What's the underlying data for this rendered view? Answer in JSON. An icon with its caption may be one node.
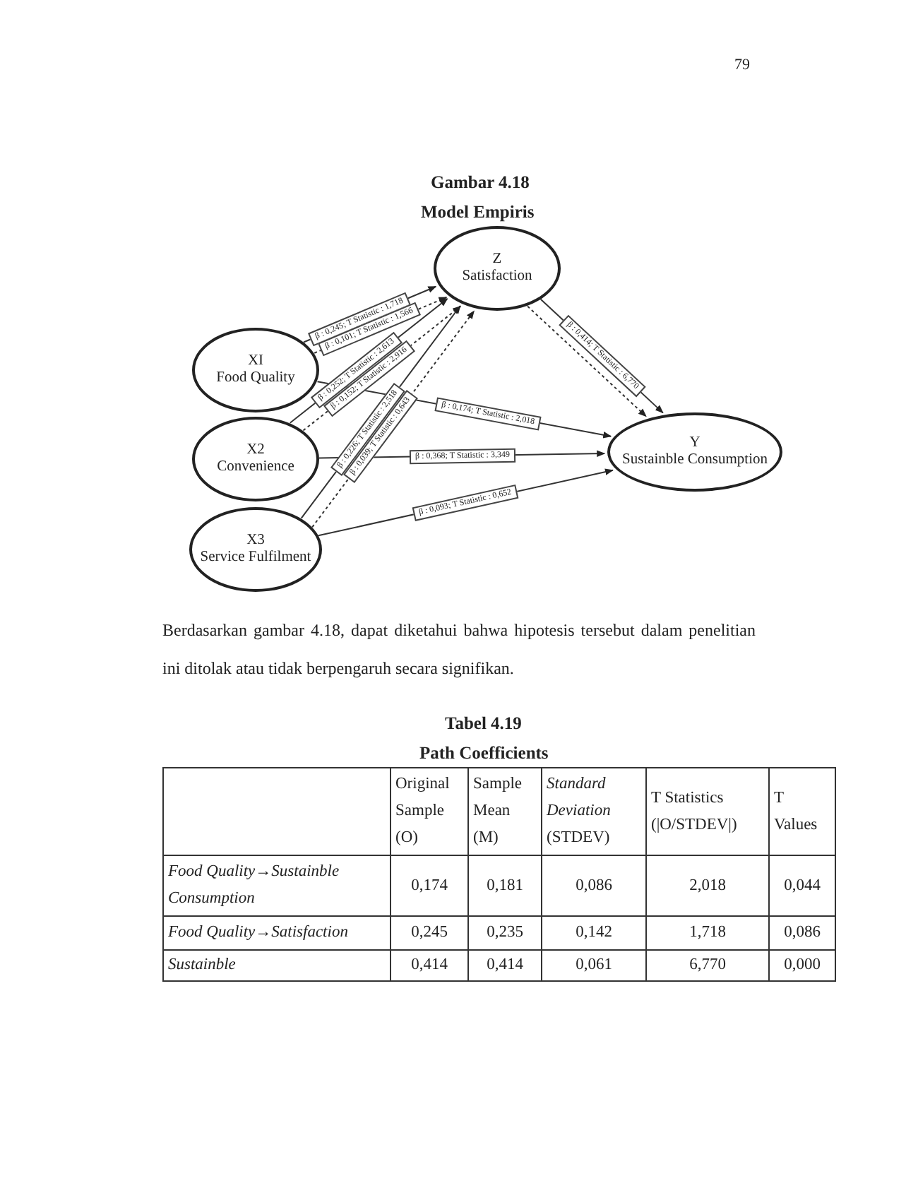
{
  "diagram": {
    "title": "Model Empiris",
    "nodes": [
      {
        "text": [
          "Z",
          "Satisfaction"
        ]
      },
      {
        "text": [
          "XI",
          "Food Quality"
        ]
      },
      {
        "text": [
          "X2",
          "Convenience"
        ]
      },
      {
        "text": [
          "X3",
          "Service Fulfilment"
        ]
      },
      {
        "text": [
          "Y",
          "Sustainble Consumption"
        ]
      }
    ],
    "edges": [
      {
        "from": 1,
        "to": 0,
        "arrow": "to",
        "label": "β : 0,245; T Statistic : 1,718"
      },
      {
        "from": 1,
        "to": 0,
        "arrow": "to",
        "style": "dashed",
        "label": "β : 0,101; T Statistic : 1,566"
      },
      {
        "from": 2,
        "to": 0,
        "arrow": "to",
        "label": "β : 0,252; T Statistic : 2,613"
      },
      {
        "from": 2,
        "to": 0,
        "arrow": "to",
        "style": "dashed",
        "label": "β : 0,152; T Statistic : 2,916"
      },
      {
        "from": 3,
        "to": 0,
        "arrow": "to",
        "label": "β : 0,226; T Statistic : 2,518"
      },
      {
        "from": 3,
        "to": 0,
        "arrow": "to",
        "style": "dashed",
        "label": "β : 0,039; T Statistic : 0,643"
      },
      {
        "from": 0,
        "to": 4,
        "arrow": "to",
        "label": "β : 0,414; T Statistic : 6,770"
      },
      {
        "from": 0,
        "to": 4,
        "arrow": "to",
        "style": "dashed"
      },
      {
        "from": 1,
        "to": 4,
        "arrow": "to",
        "label": "β : 0,174; T Statistic : 2,018"
      },
      {
        "from": 2,
        "to": 4,
        "arrow": "to",
        "label": "β : 0,368; T Statistic : 3,349"
      },
      {
        "from": 3,
        "to": 4,
        "arrow": "to",
        "label": "β : 0,093; T Statistic : 0,652"
      }
    ],
    "labels": [
      "79",
      "Gambar 4.18",
      "Berdasarkan gambar 4.18, dapat diketahui bahwa hipotesis tersebut dalam penelitian ini ditolak atau tidak berpengaruh secara signifikan.",
      "Tabel 4.19",
      "Path Coefficients",
      "Original Sample (O)",
      "Sample Mean (M)",
      "*Standard Deviation* (STDEV)",
      "T Statistics (|O/STDEV|)",
      "T Values",
      "Food Quality→Sustainble Consumption",
      "0,174",
      "0,181",
      "0,086",
      "2,018",
      "0,044",
      "Food Quality→Satisfaction",
      "0,245",
      "0,235",
      "0,142",
      "1,718",
      "0,086",
      "Sustainble",
      "0,414",
      "0,414",
      "0,061",
      "6,770",
      "0,000"
    ]
  }
}
